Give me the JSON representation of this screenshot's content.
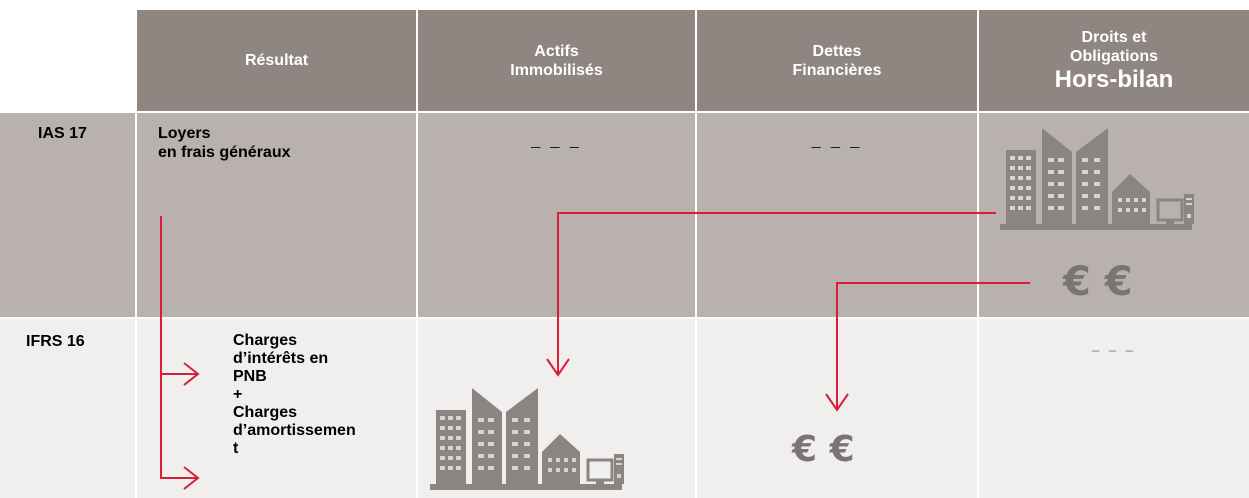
{
  "header": {
    "resultat": "Résultat",
    "actifs_line1": "Actifs",
    "actifs_line2": "Immobilisés",
    "dettes_line1": "Dettes",
    "dettes_line2": "Financières",
    "droits_line1": "Droits et",
    "droits_line2": "Obligations",
    "droits_line3": "Hors-bilan"
  },
  "rows": {
    "ias17": {
      "label": "IAS 17",
      "resultat_line1": "Loyers",
      "resultat_line2": "en frais généraux",
      "actifs": "_ _ _",
      "dettes": "_ _ _",
      "hors_bilan_euros": "€ €"
    },
    "ifrs16": {
      "label": "IFRS 16",
      "charges1_line1": "Charges",
      "charges1_line2": "d’intérêts en",
      "charges1_line3": "PNB",
      "plus": "+",
      "charges2_line1": "Charges",
      "charges2_line2": "d’amortissemen",
      "charges2_line3": "t",
      "dettes_euros": "€ €",
      "hors_bilan": "_ _ _"
    }
  },
  "colors": {
    "header": "#8f8682",
    "row_ias17": "#b8b1ad",
    "row_ifrs16": "#f0efee",
    "arrow": "#d81e3a",
    "icon": "#8a8483"
  },
  "icons": [
    "buildings-icon",
    "computer-icon",
    "euro-icon"
  ]
}
